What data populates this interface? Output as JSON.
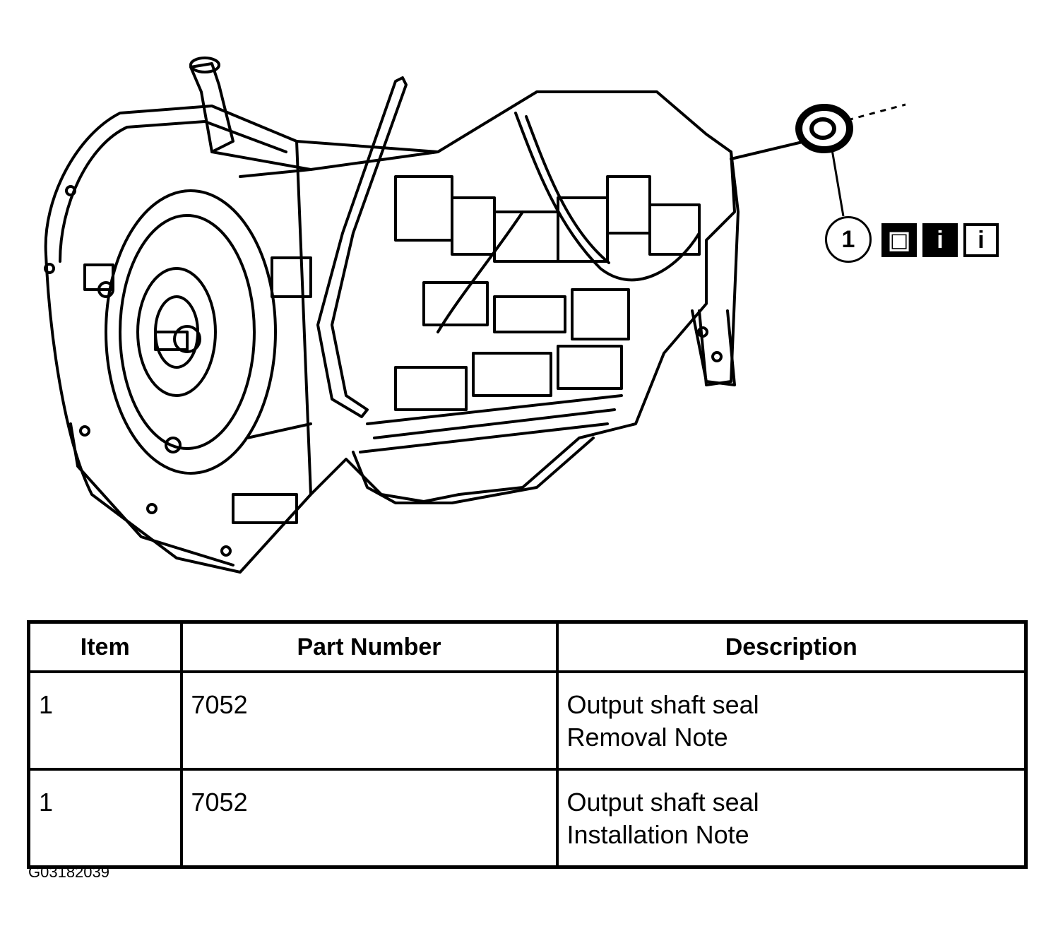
{
  "diagram": {
    "callout_number": "1",
    "icons": [
      "special-tool-icon",
      "info-icon",
      "info-outline-icon"
    ]
  },
  "table": {
    "headers": [
      "Item",
      "Part Number",
      "Description"
    ],
    "rows": [
      {
        "item": "1",
        "part_number": "7052",
        "description": [
          "Output shaft seal",
          "Removal Note"
        ]
      },
      {
        "item": "1",
        "part_number": "7052",
        "description": [
          "Output shaft seal",
          "Installation Note"
        ]
      }
    ]
  },
  "figure_code": "G03182039"
}
